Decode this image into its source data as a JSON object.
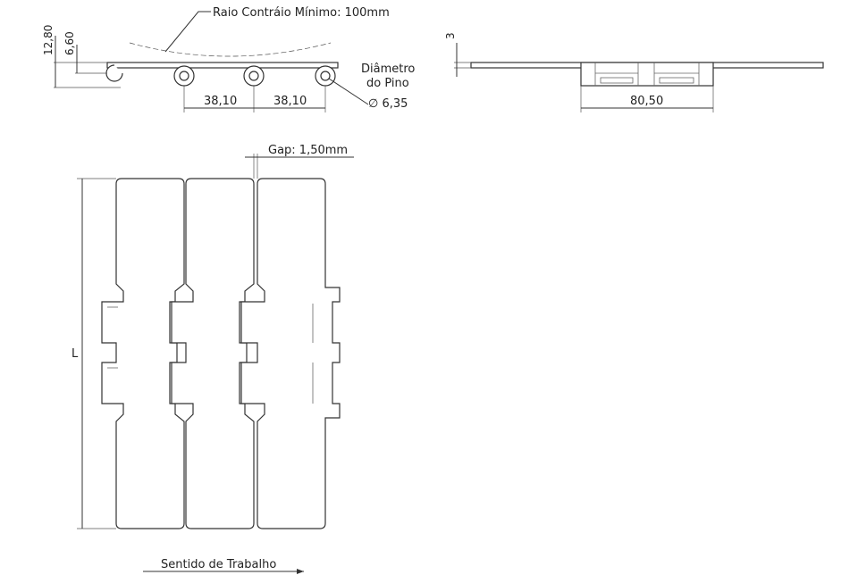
{
  "labels": {
    "min_back_radius": "Raio Contráio Mínimo: 100mm",
    "pin_diameter_line1": "Diâmetro",
    "pin_diameter_line2": "do Pino",
    "pin_diameter_value": "∅ 6,35",
    "pitch_1": "38,10",
    "pitch_2": "38,10",
    "height_total": "12,80",
    "height_pin": "6,60",
    "plate_thickness": "3",
    "width": "80,50",
    "gap": "Gap: 1,50mm",
    "length": "L",
    "direction": "Sentido de Trabalho"
  },
  "colors": {
    "line": "#333333",
    "background": "#ffffff"
  }
}
